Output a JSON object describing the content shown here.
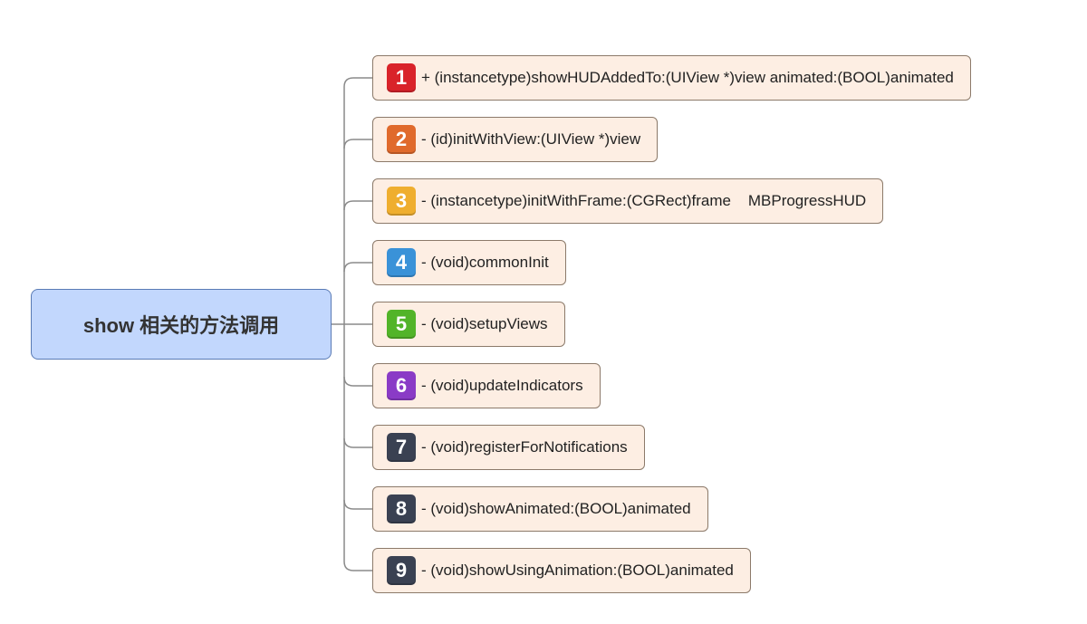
{
  "root": {
    "label": "show 相关的方法调用"
  },
  "items": [
    {
      "number": "1",
      "text": "+ (instancetype)showHUDAddedTo:(UIView *)view animated:(BOOL)animated",
      "color": "#d9232a"
    },
    {
      "number": "2",
      "text": "- (id)initWithView:(UIView *)view",
      "color": "#e06a2c"
    },
    {
      "number": "3",
      "text": "- (instancetype)initWithFrame:(CGRect)frame    MBProgressHUD",
      "color": "#efae2f"
    },
    {
      "number": "4",
      "text": "- (void)commonInit",
      "color": "#3a92d8"
    },
    {
      "number": "5",
      "text": "- (void)setupViews",
      "color": "#52b429"
    },
    {
      "number": "6",
      "text": "- (void)updateIndicators",
      "color": "#8a3bc6"
    },
    {
      "number": "7",
      "text": "- (void)registerForNotifications",
      "color": "#3a4152"
    },
    {
      "number": "8",
      "text": "- (void)showAnimated:(BOOL)animated",
      "color": "#3a4152"
    },
    {
      "number": "9",
      "text": "- (void)showUsingAnimation:(BOOL)animated",
      "color": "#3a4152"
    }
  ]
}
